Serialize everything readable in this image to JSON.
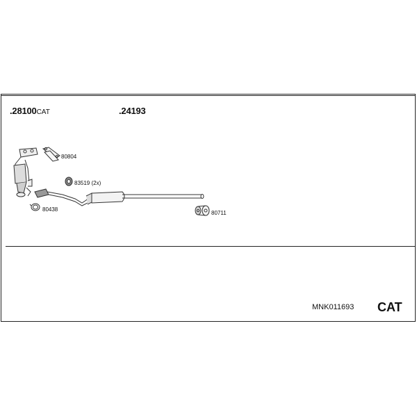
{
  "header": {
    "group_a": {
      "number": "28100",
      "suffix": "CAT"
    },
    "group_b": {
      "number": "24193"
    }
  },
  "parts": [
    {
      "id": "80804"
    },
    {
      "id": "83519 (2x)"
    },
    {
      "id": "80438"
    },
    {
      "id": "80711"
    }
  ],
  "footer": {
    "code": "MNK011693",
    "type": "CAT"
  }
}
